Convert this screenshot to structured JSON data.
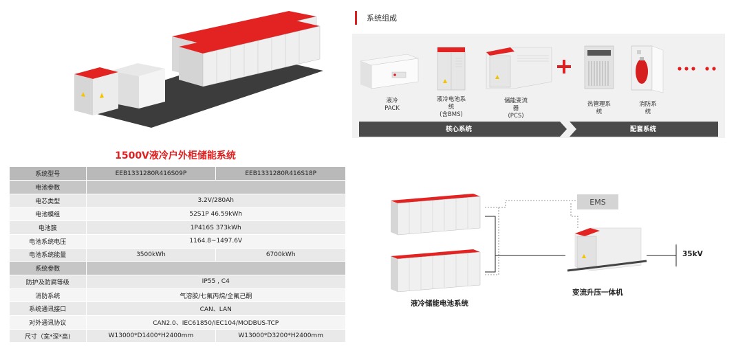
{
  "title": "1500V液冷户外柜储能系统",
  "spec_table": {
    "header": {
      "label": "系统型号",
      "col1": "EEB1331280R416S09P",
      "col2": "EEB1331280R416S18P"
    },
    "rows": [
      {
        "type": "section",
        "label": "电池参数"
      },
      {
        "type": "span",
        "label": "电芯类型",
        "value": "3.2V/280Ah"
      },
      {
        "type": "span",
        "label": "电池模组",
        "value": "52S1P 46.59kWh"
      },
      {
        "type": "span",
        "label": "电池簇",
        "value": "1P416S  373kWh"
      },
      {
        "type": "span",
        "label": "电池系统电压",
        "value": "1164.8~1497.6V"
      },
      {
        "type": "split",
        "label": "电池系统能量",
        "col1": "3500kWh",
        "col2": "6700kWh"
      },
      {
        "type": "section",
        "label": "系统参数"
      },
      {
        "type": "span",
        "label": "防护及防腐等级",
        "value": "IP55 ,  C4"
      },
      {
        "type": "span",
        "label": "消防系统",
        "value": "气溶胶/七氟丙烷/全氟己酮"
      },
      {
        "type": "span",
        "label": "系统通讯接口",
        "value": "CAN、LAN"
      },
      {
        "type": "span",
        "label": "对外通讯协议",
        "value": "CAN2.0、IEC61850/IEC104/MODBUS-TCP"
      },
      {
        "type": "split",
        "label": "尺寸（宽*深*高)",
        "col1": "W13000*D1400*H2400mm",
        "col2": "W13000*D3200*H2400mm"
      }
    ]
  },
  "composition": {
    "heading": "系统组成",
    "items": [
      {
        "label_lines": [
          "液冷",
          "PACK"
        ]
      },
      {
        "label_lines": [
          "液冷电池系",
          "统",
          "(含BMS)"
        ]
      },
      {
        "label_lines": [
          "储能变流",
          "器",
          "(PCS)"
        ]
      },
      {
        "label_lines": [
          "热管理系",
          "统"
        ]
      },
      {
        "label_lines": [
          "消防系",
          "统"
        ]
      }
    ],
    "core_label": "核心系统",
    "support_label": "配套系统"
  },
  "topology": {
    "ems": "EMS",
    "grid": "35kV",
    "battery_caption": "液冷储能电池系统",
    "pcs_caption": "变流升压一体机"
  },
  "colors": {
    "accent": "#e02020",
    "band": "#4a4a4a"
  }
}
